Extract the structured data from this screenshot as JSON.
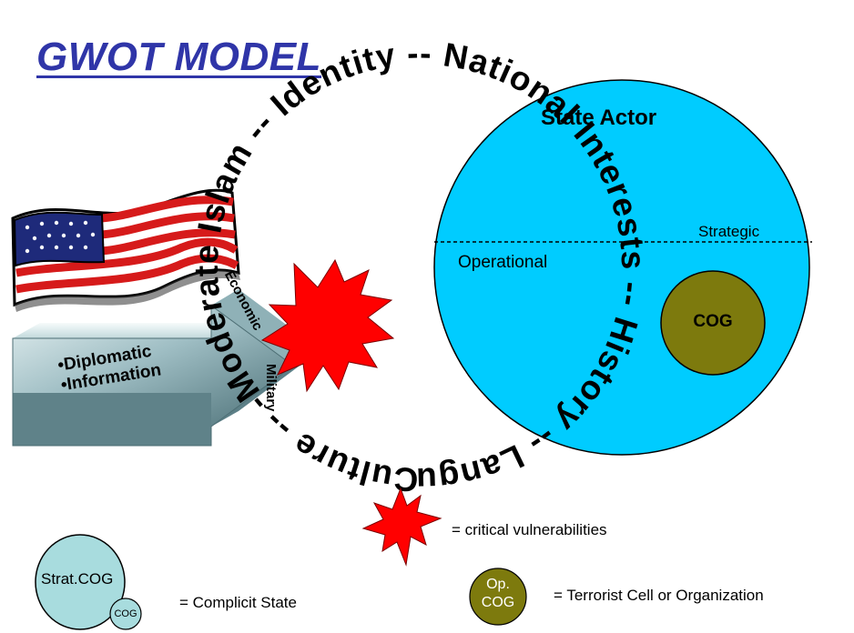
{
  "title": "GWOT MODEL",
  "arrow": {
    "items": [
      "•Diplomatic",
      "•Information"
    ],
    "economic": "Economic",
    "military": "Military"
  },
  "state": {
    "title": "State Actor",
    "strategic": "Strategic",
    "operational": "Operational",
    "cog": "COG"
  },
  "ring_text": "Culture -- -Moderate Islam -- Identity -- National Interests -- History -- Language --",
  "legend": {
    "star_label": "= critical vulnerabilities",
    "complicit": {
      "outer": "Strat.COG",
      "inner": "COG",
      "label": "= Complicit State"
    },
    "terrorist": {
      "line1": "Op.",
      "line2": "COG",
      "label": "= Terrorist Cell or Organization"
    }
  },
  "colors": {
    "title": "#2f35a8",
    "ocean": "#00ccff",
    "cog_olive": "#7d7a0d",
    "star_red": "#ff0000",
    "legend_circle": "#a8dcde"
  }
}
